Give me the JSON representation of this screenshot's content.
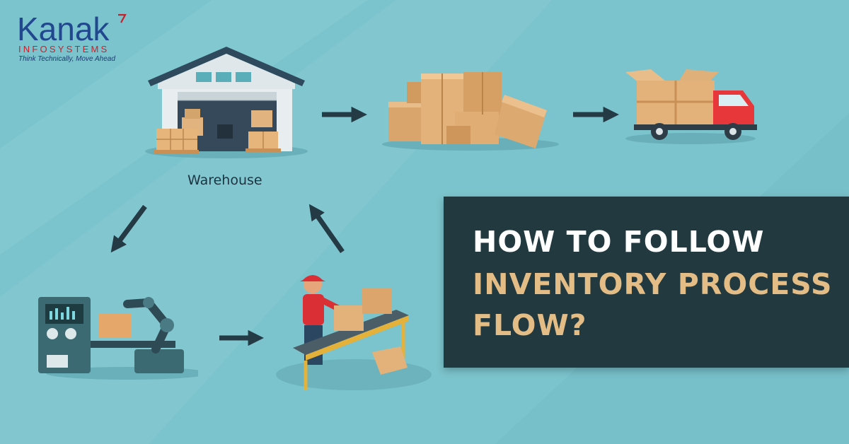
{
  "logo": {
    "name": "Kanak",
    "company": "INFOSYSTEMS",
    "tagline": "Think Technically, Move Ahead"
  },
  "stages": {
    "warehouse_label": "Warehouse"
  },
  "headline": {
    "line1": "HOW TO FOLLOW",
    "line2": "INVENTORY PROCESS",
    "line3": "FLOW?"
  },
  "colors": {
    "background": "#7cc4cd",
    "panel": "#21393f",
    "headline_white": "#ffffff",
    "headline_gold": "#e3bc86",
    "arrow": "#243a44",
    "logo_blue": "#21488f",
    "logo_red": "#c8202a"
  },
  "icons": [
    "warehouse-icon",
    "boxes-stack-icon",
    "delivery-truck-icon",
    "robotic-arm-machine-icon",
    "conveyor-worker-icon"
  ]
}
